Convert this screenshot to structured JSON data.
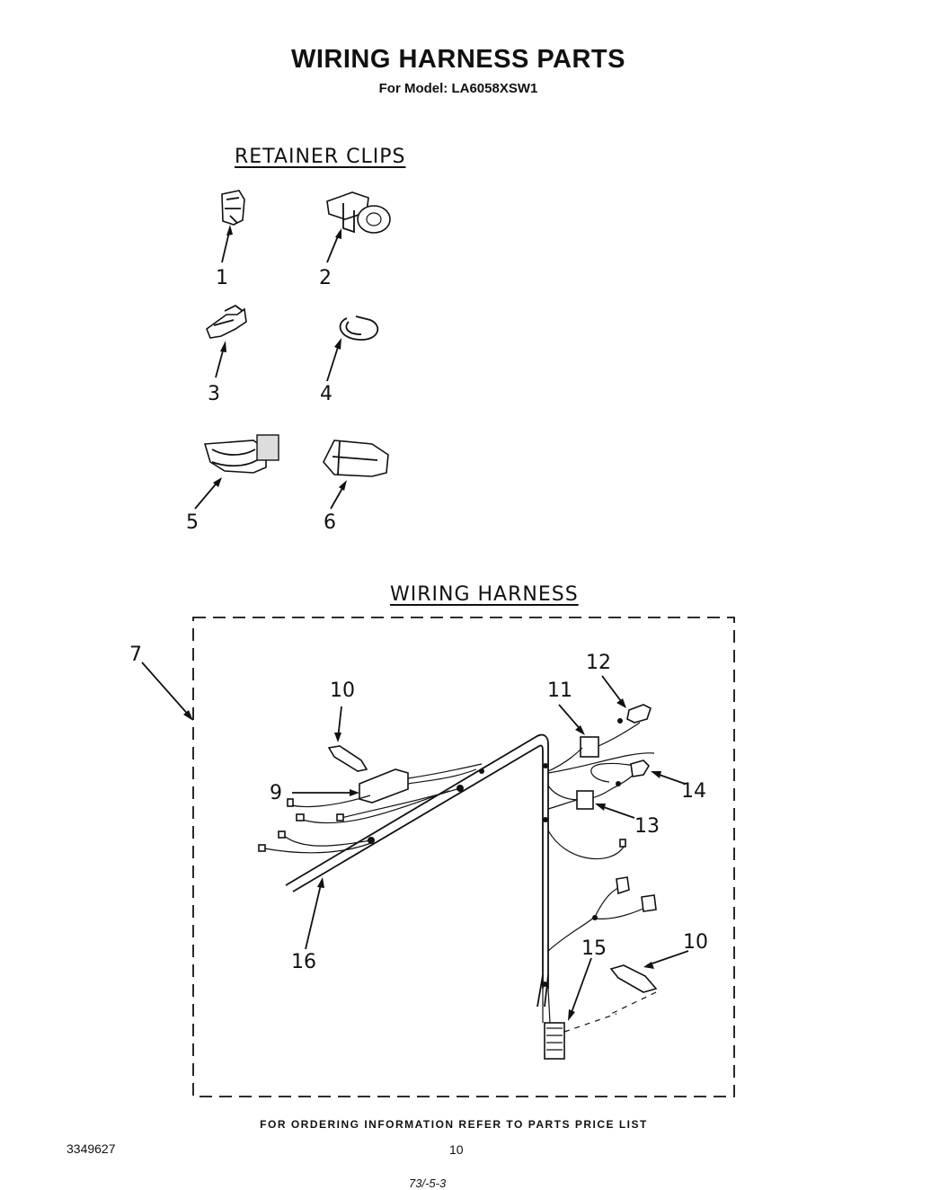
{
  "header": {
    "title": "WIRING HARNESS PARTS",
    "model_line": "For Model: LA6058XSW1"
  },
  "sections": {
    "retainer_clips": "RETAINER CLIPS",
    "wiring_harness": "WIRING HARNESS"
  },
  "clip_labels": [
    "1",
    "2",
    "3",
    "4",
    "5",
    "6"
  ],
  "harness_labels": {
    "p7": "7",
    "p9": "9",
    "p10a": "10",
    "p10b": "10",
    "p11": "11",
    "p12": "12",
    "p13": "13",
    "p14": "14",
    "p15": "15",
    "p16": "16"
  },
  "footer": {
    "ordering": "FOR ORDERING INFORMATION REFER TO PARTS PRICE LIST",
    "doc_number": "3349627",
    "page_number": "10",
    "scribble": "73/-5-3"
  }
}
